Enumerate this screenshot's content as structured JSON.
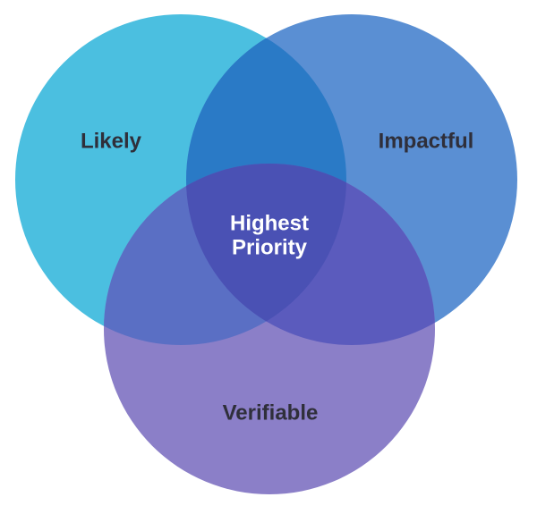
{
  "diagram": {
    "circles": [
      {
        "id": "likely",
        "label": "Likely",
        "color": "#4bbfe0"
      },
      {
        "id": "impactful",
        "label": "Impactful",
        "color": "#5a8fd3"
      },
      {
        "id": "verifiable",
        "label": "Verifiable",
        "color": "#8b7fc8"
      }
    ],
    "intersections": {
      "likely_impactful": "#2a7ac6",
      "likely_verifiable": "#5a6fc4",
      "impactful_verifiable": "#5b5bbd",
      "center": "#4a51b4"
    },
    "center_label": {
      "line1": "Highest",
      "line2": "Priority"
    },
    "colors": {
      "outer_label": "#2f2f3a",
      "center_label": "#ffffff"
    }
  }
}
